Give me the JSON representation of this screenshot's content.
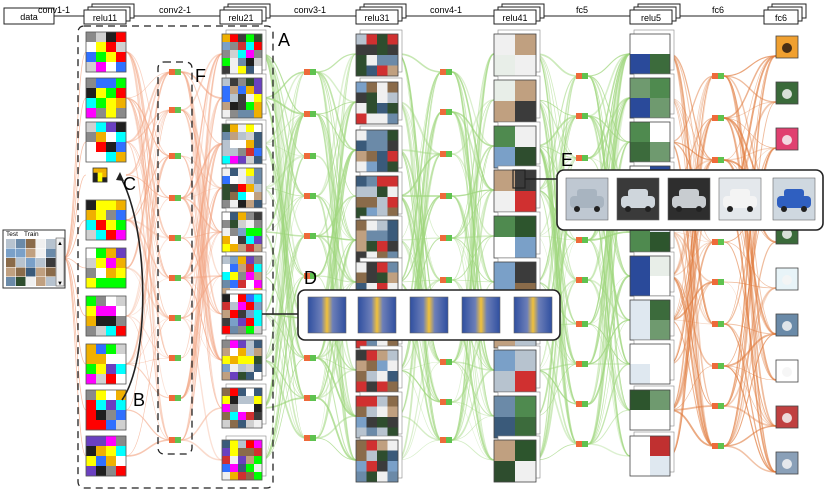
{
  "header": {
    "layers": [
      {
        "id": "data",
        "label": "data",
        "kind": "box"
      },
      {
        "id": "conv1-1",
        "label": "conv1-1",
        "kind": "text"
      },
      {
        "id": "relu11",
        "label": "relu11",
        "kind": "stack"
      },
      {
        "id": "conv2-1",
        "label": "conv2-1",
        "kind": "text"
      },
      {
        "id": "relu21",
        "label": "relu21",
        "kind": "stack"
      },
      {
        "id": "conv3-1",
        "label": "conv3-1",
        "kind": "text"
      },
      {
        "id": "relu31",
        "label": "relu31",
        "kind": "stack"
      },
      {
        "id": "conv4-1",
        "label": "conv4-1",
        "kind": "text"
      },
      {
        "id": "relu41",
        "label": "relu41",
        "kind": "stack"
      },
      {
        "id": "fc5",
        "label": "fc5",
        "kind": "text"
      },
      {
        "id": "relu5",
        "label": "relu5",
        "kind": "stack"
      },
      {
        "id": "fc6",
        "label": "fc6",
        "kind": "text"
      },
      {
        "id": "fc6-out",
        "label": "fc6",
        "kind": "stack"
      }
    ]
  },
  "data_panel": {
    "tabs": [
      "Test",
      "Train"
    ],
    "scroll_up_glyph": "▲",
    "scroll_down_glyph": "▼"
  },
  "callouts": {
    "A": "A",
    "B": "B",
    "C": "C",
    "D": "D",
    "E": "E",
    "F": "F"
  },
  "colors": {
    "conv_node": "#ee6a3a",
    "relu_node": "#5fc24f",
    "edge_orange": "#f2a27f",
    "edge_green": "#9ed67c",
    "edge_dark_orange": "#e07a3c",
    "frame": "#333333",
    "dash": "#222222"
  },
  "icons": {
    "class_images": [
      "deer-icon",
      "horse-icon",
      "cat-icon",
      "frog-icon",
      "truck-icon",
      "car-icon",
      "airplane-icon",
      "dog-icon",
      "truck-icon",
      "ship-icon"
    ]
  }
}
